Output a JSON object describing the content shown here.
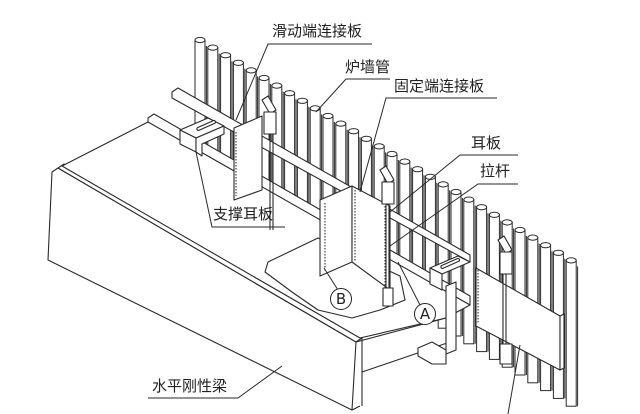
{
  "diagram": {
    "title": "Furnace wall tube and horizontal rigid beam connection",
    "labels": {
      "sliding_plate": "滑动端连接板",
      "wall_tube": "炉墙管",
      "fixed_plate": "固定端连接板",
      "lug_plate": "耳板",
      "tie_rod": "拉杆",
      "support_lug": "支撑耳板",
      "rigid_beam": "水平刚性梁"
    },
    "markers": {
      "a": "A",
      "b": "B"
    },
    "colors": {
      "line": "#2a2a2a",
      "background": "#ffffff"
    }
  }
}
